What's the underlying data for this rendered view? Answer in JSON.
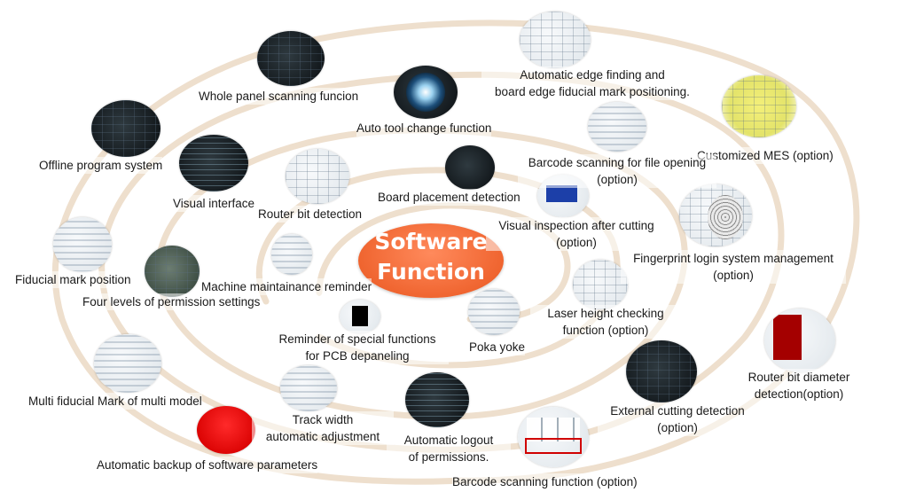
{
  "center": {
    "line1": "Software",
    "line2": "Function"
  },
  "colors": {
    "spiral": "#eedfcd",
    "center_fill": "#f26a36",
    "center_text": "#ffffff"
  },
  "labels": {
    "whole_panel": "Whole panel scanning funcion",
    "auto_tool_change": "Auto tool change function",
    "auto_edge_1": "Automatic edge finding and",
    "auto_edge_2": "board edge fiducial mark positioning.",
    "customized_mes": "Customized MES  (option)",
    "barcode_file_1": "Barcode scanning for file opening",
    "barcode_file_2": "(option)",
    "offline_program": "Offline program system",
    "visual_interface": "Visual interface",
    "router_bit_detection": "Router bit detection",
    "board_placement": "Board placement detection",
    "visual_inspection_1": "Visual inspection after cutting",
    "visual_inspection_2": "(option)",
    "fingerprint_1": "Fingerprint login system management",
    "fingerprint_2": "(option)",
    "fiducial_position": "Fiducial mark position",
    "machine_maintenance": "Machine maintainance reminder",
    "four_levels": "Four levels of permission settings",
    "laser_height_1": "Laser height checking",
    "laser_height_2": "function (option)",
    "reminder_special_1": "Reminder of special functions",
    "reminder_special_2": "for PCB depaneling",
    "poka_yoke": "Poka yoke",
    "router_diameter_1": "Router bit diameter",
    "router_diameter_2": "detection(option)",
    "multi_fiducial": "Multi fiducial Mark of multi model",
    "track_width_1": "Track width",
    "track_width_2": "automatic adjustment",
    "auto_logout_1": "Automatic logout",
    "auto_logout_2": "of permissions.",
    "external_cutting_1": "External cutting detection",
    "external_cutting_2": "(option)",
    "auto_backup": "Automatic backup of software parameters",
    "barcode_function": "Barcode scanning function (option)"
  },
  "thumbnails": [
    "whole-panel-screenshot",
    "auto-tool-lens-photo",
    "edge-finding-screenshot",
    "mes-diagram",
    "barcode-file-screenshot",
    "offline-program-screenshot",
    "visual-interface-screenshot",
    "router-bit-screenshot",
    "board-placement-photo",
    "visual-inspection-screenshot",
    "fingerprint-screenshot",
    "fiducial-screenshot",
    "permission-screenshot",
    "maintenance-screenshot",
    "laser-height-screenshot",
    "special-functions-screenshot",
    "poka-yoke-screenshot",
    "router-diameter-screenshot",
    "multi-fiducial-screenshot",
    "track-width-screenshot",
    "auto-logout-screenshot",
    "external-cutting-photo",
    "auto-backup-screenshot",
    "barcode-function-screenshot"
  ]
}
